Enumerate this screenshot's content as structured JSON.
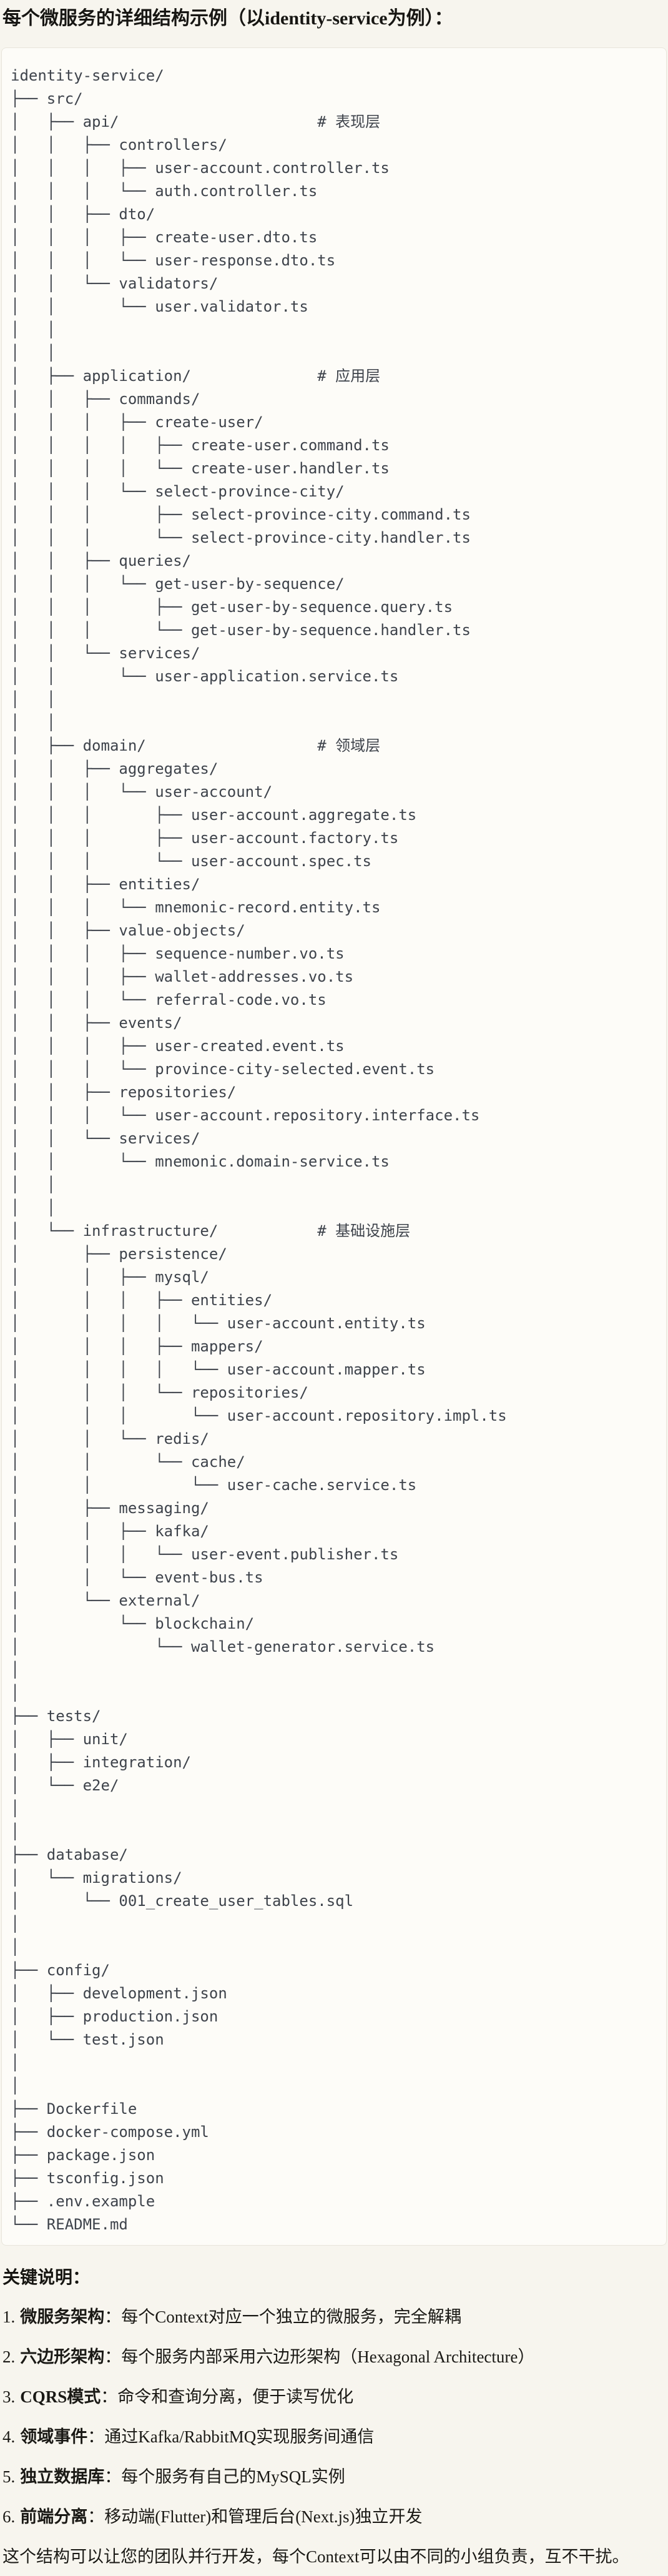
{
  "page": {
    "title": "每个微服务的详细结构示例（以identity-service为例）："
  },
  "colors": {
    "page_bg": "#F7F5EE",
    "code_bg": "#FDFCF8",
    "code_border": "#E8E5DB",
    "tree_text": "#3E434B",
    "body_text": "#1A1915"
  },
  "code_block": {
    "tree_lines": [
      "identity-service/",
      "├── src/",
      "│   ├── api/                      # 表现层",
      "│   │   ├── controllers/",
      "│   │   │   ├── user-account.controller.ts",
      "│   │   │   └── auth.controller.ts",
      "│   │   ├── dto/",
      "│   │   │   ├── create-user.dto.ts",
      "│   │   │   └── user-response.dto.ts",
      "│   │   └── validators/",
      "│   │       └── user.validator.ts",
      "│   │",
      "│   │",
      "│   ├── application/              # 应用层",
      "│   │   ├── commands/",
      "│   │   │   ├── create-user/",
      "│   │   │   │   ├── create-user.command.ts",
      "│   │   │   │   └── create-user.handler.ts",
      "│   │   │   └── select-province-city/",
      "│   │   │       ├── select-province-city.command.ts",
      "│   │   │       └── select-province-city.handler.ts",
      "│   │   ├── queries/",
      "│   │   │   └── get-user-by-sequence/",
      "│   │   │       ├── get-user-by-sequence.query.ts",
      "│   │   │       └── get-user-by-sequence.handler.ts",
      "│   │   └── services/",
      "│   │       └── user-application.service.ts",
      "│   │",
      "│   │",
      "│   ├── domain/                   # 领域层",
      "│   │   ├── aggregates/",
      "│   │   │   └── user-account/",
      "│   │   │       ├── user-account.aggregate.ts",
      "│   │   │       ├── user-account.factory.ts",
      "│   │   │       └── user-account.spec.ts",
      "│   │   ├── entities/",
      "│   │   │   └── mnemonic-record.entity.ts",
      "│   │   ├── value-objects/",
      "│   │   │   ├── sequence-number.vo.ts",
      "│   │   │   ├── wallet-addresses.vo.ts",
      "│   │   │   └── referral-code.vo.ts",
      "│   │   ├── events/",
      "│   │   │   ├── user-created.event.ts",
      "│   │   │   └── province-city-selected.event.ts",
      "│   │   ├── repositories/",
      "│   │   │   └── user-account.repository.interface.ts",
      "│   │   └── services/",
      "│   │       └── mnemonic.domain-service.ts",
      "│   │",
      "│   │",
      "│   └── infrastructure/           # 基础设施层",
      "│       ├── persistence/",
      "│       │   ├── mysql/",
      "│       │   │   ├── entities/",
      "│       │   │   │   └── user-account.entity.ts",
      "│       │   │   ├── mappers/",
      "│       │   │   │   └── user-account.mapper.ts",
      "│       │   │   └── repositories/",
      "│       │   │       └── user-account.repository.impl.ts",
      "│       │   └── redis/",
      "│       │       └── cache/",
      "│       │           └── user-cache.service.ts",
      "│       ├── messaging/",
      "│       │   ├── kafka/",
      "│       │   │   └── user-event.publisher.ts",
      "│       │   └── event-bus.ts",
      "│       └── external/",
      "│           └── blockchain/",
      "│               └── wallet-generator.service.ts",
      "│",
      "│",
      "├── tests/",
      "│   ├── unit/",
      "│   ├── integration/",
      "│   └── e2e/",
      "│",
      "│",
      "├── database/",
      "│   └── migrations/",
      "│       └── 001_create_user_tables.sql",
      "│",
      "│",
      "├── config/",
      "│   ├── development.json",
      "│   ├── production.json",
      "│   └── test.json",
      "│",
      "│",
      "├── Dockerfile",
      "├── docker-compose.yml",
      "├── package.json",
      "├── tsconfig.json",
      "├── .env.example",
      "└── README.md"
    ]
  },
  "key_notes": {
    "heading": "关键说明：",
    "items": [
      {
        "num": "1.",
        "term": "微服务架构",
        "text": "：每个Context对应一个独立的微服务，完全解耦"
      },
      {
        "num": "2.",
        "term": "六边形架构",
        "text": "：每个服务内部采用六边形架构（Hexagonal Architecture）"
      },
      {
        "num": "3.",
        "term": "CQRS模式",
        "text": "：命令和查询分离，便于读写优化"
      },
      {
        "num": "4.",
        "term": "领域事件",
        "text": "：通过Kafka/RabbitMQ实现服务间通信"
      },
      {
        "num": "5.",
        "term": "独立数据库",
        "text": "：每个服务有自己的MySQL实例"
      },
      {
        "num": "6.",
        "term": "前端分离",
        "text": "：移动端(Flutter)和管理后台(Next.js)独立开发"
      }
    ]
  },
  "closing": {
    "text": "这个结构可以让您的团队并行开发，每个Context可以由不同的小组负责，互不干扰。"
  }
}
